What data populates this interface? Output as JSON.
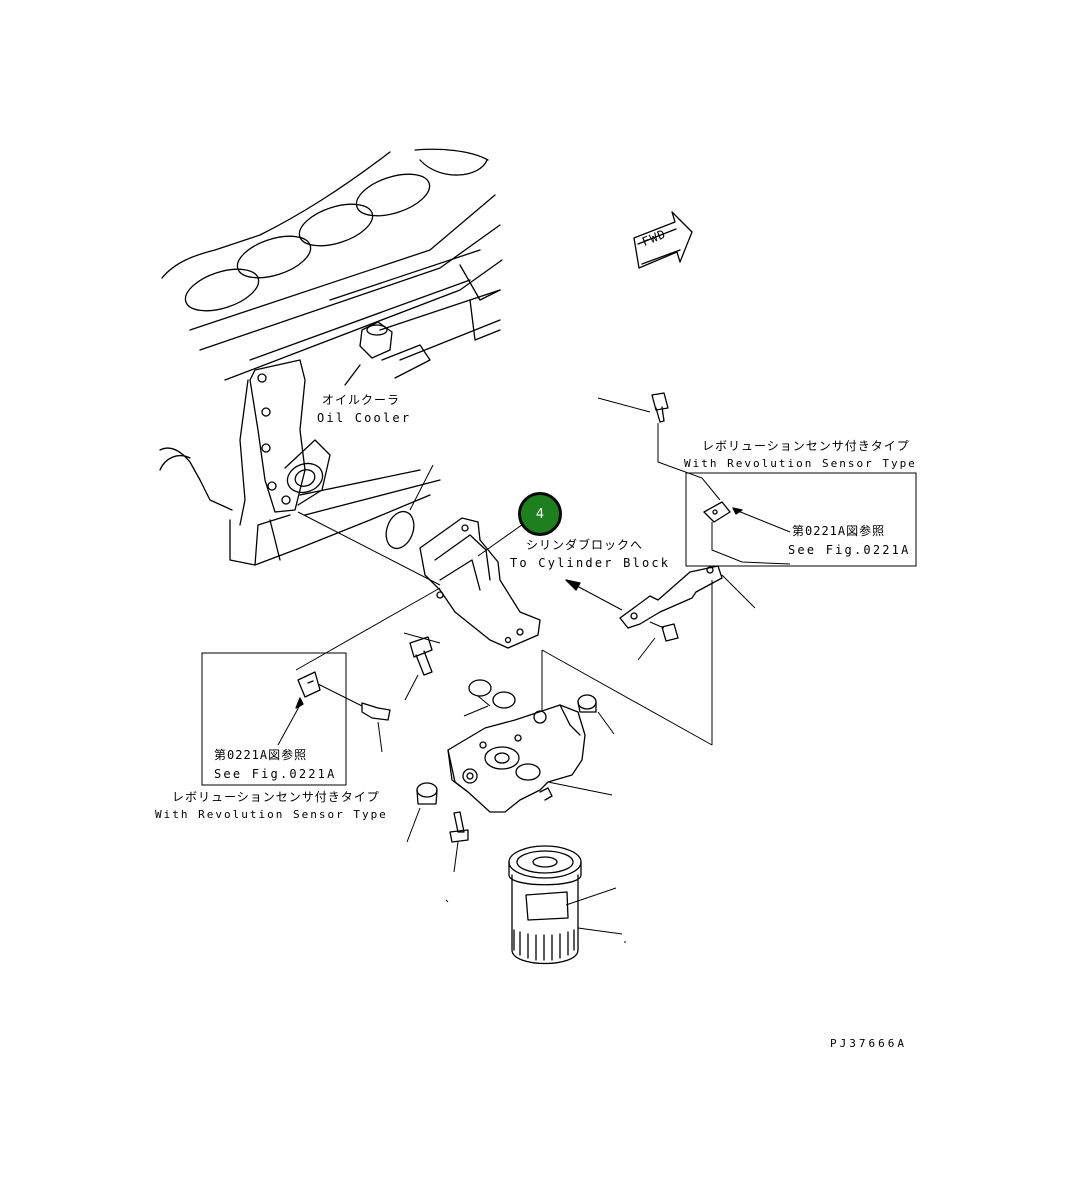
{
  "callout": {
    "number": "4",
    "color": "#1d7f1d"
  },
  "labels": {
    "fwd": "FWD",
    "oil_cooler_jp": "オイルクーラ",
    "oil_cooler_en": "Oil Cooler",
    "to_cylinder_jp": "シリンダブロックへ",
    "to_cylinder_en": "To Cylinder Block",
    "rev_sensor_top_jp": "レボリューションセンサ付きタイプ",
    "rev_sensor_top_en": "With Revolution Sensor Type",
    "see_fig_top_jp": "第0221A図参照",
    "see_fig_top_en": "See Fig.0221A",
    "see_fig_bottom_jp": "第0221A図参照",
    "see_fig_bottom_en": "See Fig.0221A",
    "rev_sensor_bottom_jp": "レボリューションセンサ付きタイプ",
    "rev_sensor_bottom_en": "With Revolution Sensor Type",
    "drawing_code": "PJ37666A"
  },
  "icons": [
    "fwd-arrow-icon",
    "leader-arrow-icon"
  ]
}
